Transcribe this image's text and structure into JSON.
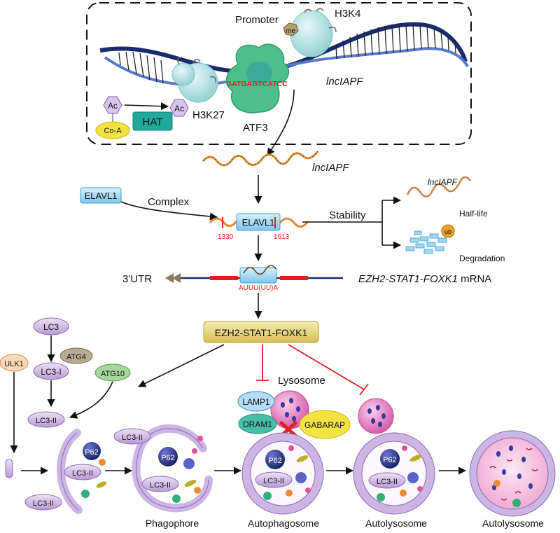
{
  "top_panel": {
    "promoter": "Promoter",
    "h3k4": "H3K4",
    "me": "me",
    "lncrna": "lncIAPF",
    "motif": "GATGAGTCATCC",
    "ac_free": "Ac",
    "coa": "Co-A",
    "hat": "HAT",
    "ac_bound": "Ac",
    "h3k27": "H3K27",
    "atf3": "ATF3"
  },
  "rna": {
    "lncrna_label": "lncIAPF"
  },
  "complex": {
    "protein_box": "ELAVL1",
    "complex_label": "Complex",
    "bound_box": "ELAVL1",
    "pos_start": "1330",
    "pos_end": "1613",
    "stability_label": "Stability",
    "lnc_right": "lncIAPF",
    "half_life": "Half-life",
    "ub": "ub",
    "degradation": "Degradation"
  },
  "mrna": {
    "utr": "3'UTR",
    "are_motif": "AUUU(UU)A",
    "gene_label_italic": "EZH2-STAT1-FOXK1",
    "gene_label_suffix": " mRNA"
  },
  "target": {
    "label": "EZH2-STAT1-FOXK1"
  },
  "autophagy": {
    "lc3": "LC3",
    "atg4": "ATG4",
    "lc3_i": "LC3-I",
    "atg10": "ATG10",
    "ulk1": "ULK1",
    "lc3_ii": "LC3-II",
    "p62": "P62",
    "lysosome": "Lysosome",
    "lamp1": "LAMP1",
    "dram1": "DRAM1",
    "gabarap": "GABARAP",
    "stage_phagophore": "Phagophore",
    "stage_autophagosome": "Autophagosome",
    "stage_autolysosome_1": "Autolysosome",
    "stage_autolysosome_2": "Autolysosome"
  },
  "colors": {
    "dna_dark": "#1a2a6c",
    "histone": "#bfe4e6",
    "atf3": "#4cbf8c",
    "hat": "#20a89a",
    "lc3": "#e4d6f2",
    "p62": "#2d3588",
    "inhibit": "#e02020",
    "target_box": "#e6d27a",
    "lysosome": "#e070b8"
  }
}
